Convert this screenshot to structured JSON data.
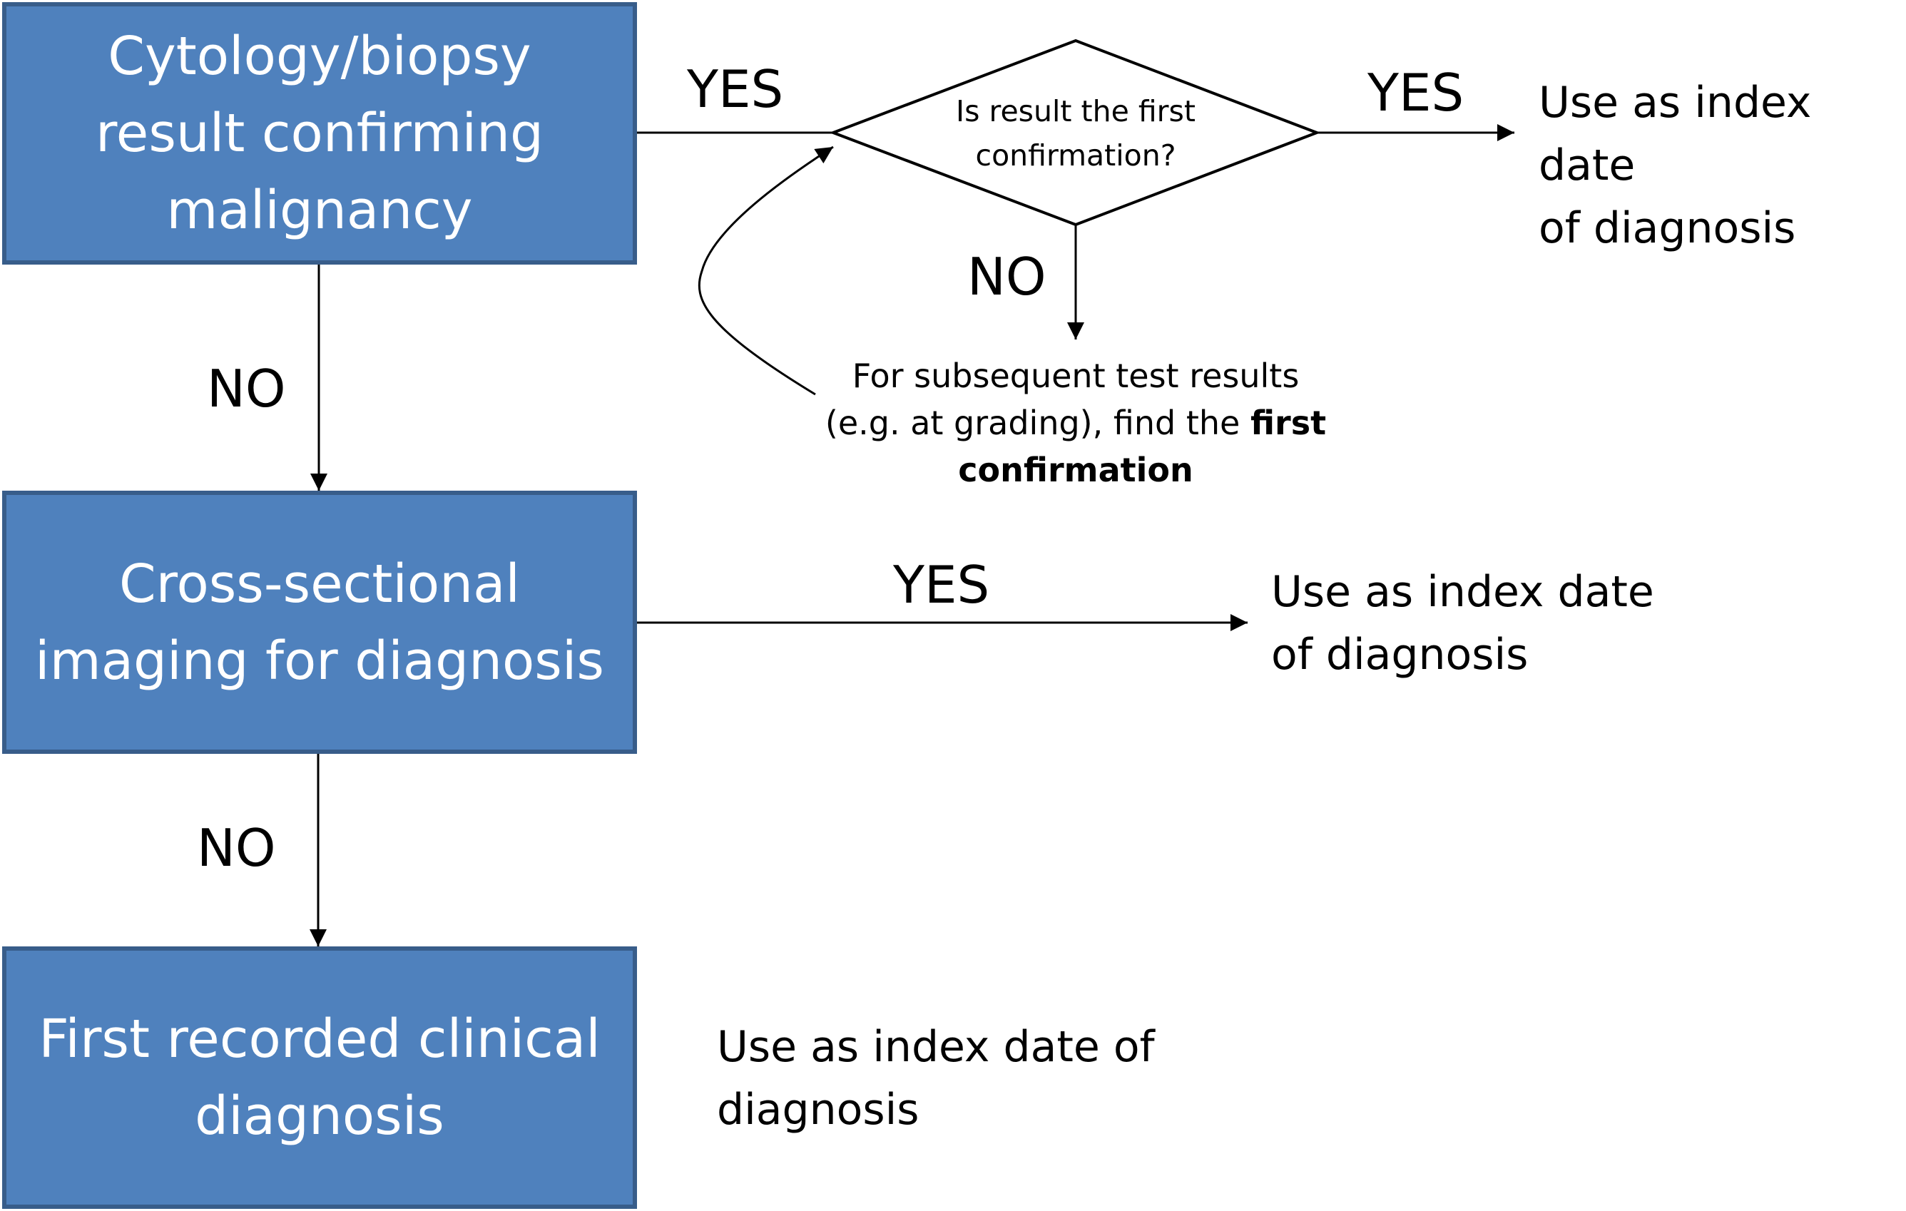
{
  "boxes": {
    "cytology": "Cytology/biopsy\nresult confirming\nmalignancy",
    "imaging": "Cross-sectional\nimaging for diagnosis",
    "clinical": "First recorded clinical\ndiagnosis"
  },
  "decision": {
    "question": "Is result the first\nconfirmation?"
  },
  "subsequent": {
    "line1": "For subsequent test results",
    "line2_prefix": "(e.g. at grading), find the ",
    "line2_bold": "first",
    "line3_bold": "confirmation"
  },
  "labels": {
    "yes_to_decision": "YES",
    "yes_from_decision": "YES",
    "no_from_decision": "NO",
    "no_from_cytology": "NO",
    "yes_from_imaging": "YES",
    "no_from_imaging": "NO"
  },
  "outcomes": {
    "top": "Use as index date\nof diagnosis",
    "middle": "Use as index date\nof diagnosis",
    "bottom": "Use as index date of\ndiagnosis"
  },
  "colors": {
    "box_fill": "#4f81bd",
    "box_border": "#385d8a",
    "line": "#000000"
  }
}
